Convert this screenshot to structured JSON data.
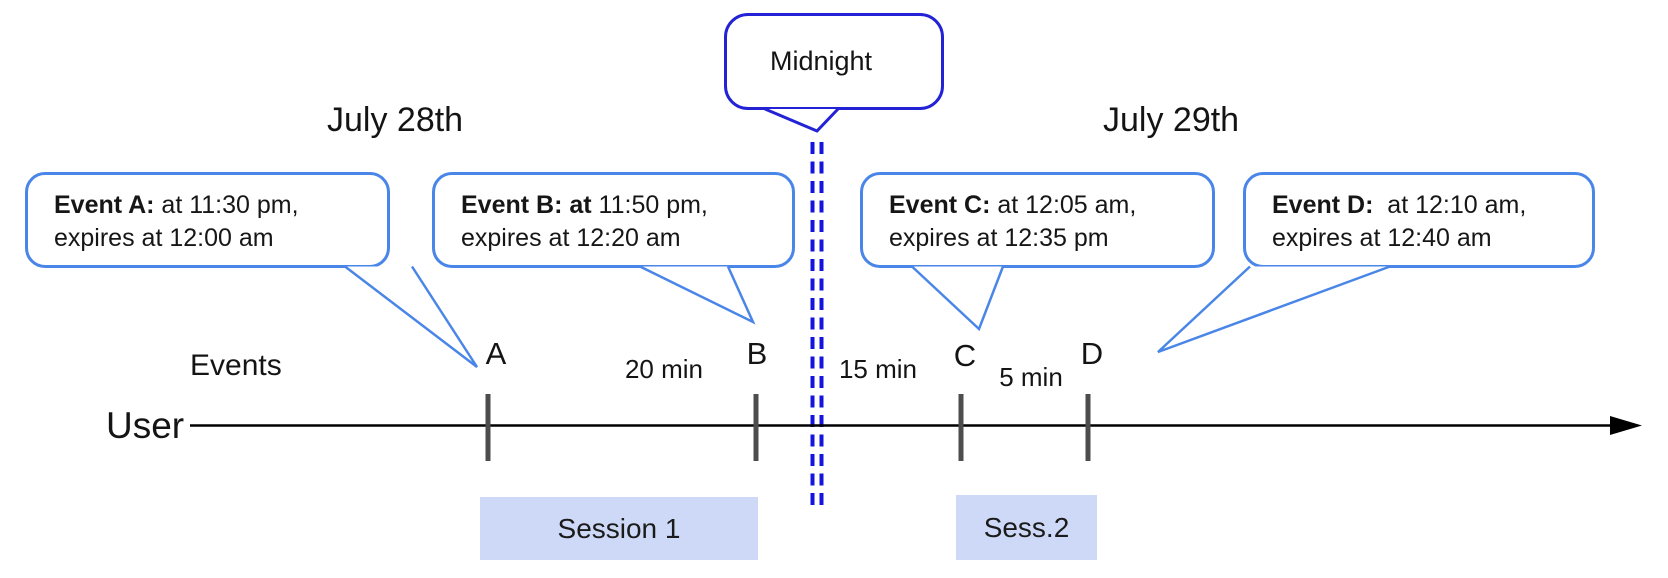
{
  "diagram": {
    "dates": {
      "left": "July 28th",
      "right": "July 29th"
    },
    "midnight": {
      "label": "Midnight"
    },
    "events": [
      {
        "id": "A",
        "bold": "Event A:",
        "line1_rest": " at 11:30 pm,",
        "line2": "expires at 12:00 am"
      },
      {
        "id": "B",
        "bold": "Event B: at",
        "line1_rest": " 11:50 pm,",
        "line2": "expires at 12:20 am"
      },
      {
        "id": "C",
        "bold": "Event C:",
        "line1_rest": " at 12:05 am,",
        "line2": "expires at 12:35 pm"
      },
      {
        "id": "D",
        "bold": "Event D:",
        "line1_rest": "  at 12:10 am,",
        "line2": "expires at 12:40 am"
      }
    ],
    "axis": {
      "events_label": "Events",
      "user_label": "User"
    },
    "points": [
      {
        "label": "A"
      },
      {
        "label": "B"
      },
      {
        "label": "C"
      },
      {
        "label": "D"
      }
    ],
    "intervals": [
      {
        "label": "20 min"
      },
      {
        "label": "15 min"
      },
      {
        "label": "5 min"
      }
    ],
    "sessions": [
      {
        "label": "Session 1"
      },
      {
        "label": "Sess.2"
      }
    ],
    "colors": {
      "event_bubble_border": "#4a86e8",
      "midnight_bubble_border": "#2323d5",
      "midnight_dashed_line": "#1414dd",
      "session_box_fill": "#cdd9f7",
      "tick_mark": "#4d4d4d",
      "timeline": "#000000"
    }
  }
}
